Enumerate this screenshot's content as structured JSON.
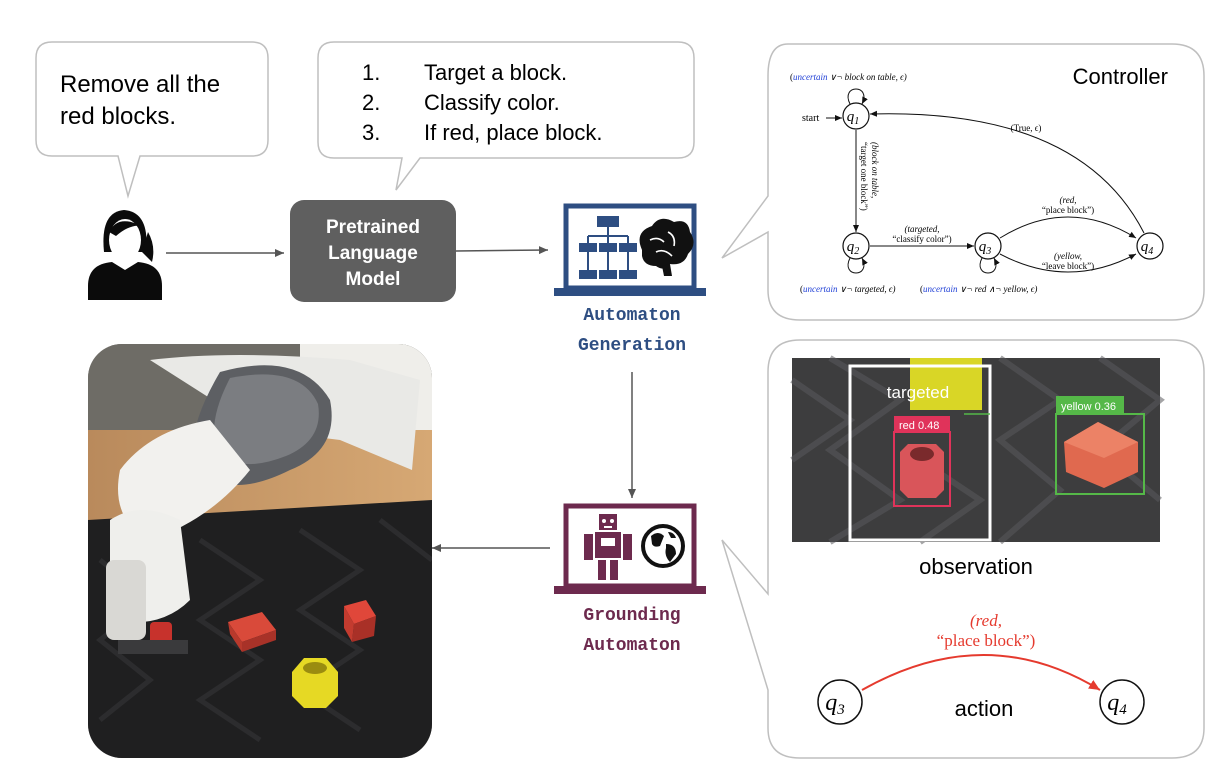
{
  "user_bubble": {
    "text_line1": "Remove all the",
    "text_line2": "red blocks."
  },
  "plan_bubble": {
    "steps": [
      {
        "num": "1.",
        "text": "Target a block."
      },
      {
        "num": "2.",
        "text": "Classify color."
      },
      {
        "num": "3.",
        "text": "If red, place block."
      }
    ]
  },
  "plm_box": {
    "line1": "Pretrained",
    "line2": "Language",
    "line3": "Model"
  },
  "automaton_generation": {
    "line1": "Automaton",
    "line2": "Generation",
    "color": "#2e4e82"
  },
  "grounding_automaton": {
    "line1": "Grounding",
    "line2": "Automaton",
    "color": "#6d2a4e"
  },
  "controller": {
    "title": "Controller",
    "start_label": "start",
    "states": {
      "q1": "q",
      "q1_sub": "1",
      "q2": "q",
      "q2_sub": "2",
      "q3": "q",
      "q3_sub": "3",
      "q4": "q",
      "q4_sub": "4"
    },
    "loop_q1": {
      "a": "uncertain",
      "b": " ∨¬ block on table, ϵ)"
    },
    "loop_q2": {
      "a": "uncertain",
      "b": " ∨¬ targeted, ϵ)"
    },
    "loop_q3": {
      "a": "uncertain",
      "b": " ∨¬ red ∧¬ yellow, ϵ)"
    },
    "edge_q1_q2": {
      "line1": "(block on table,",
      "line2": "“target one block”)"
    },
    "edge_q2_q3": {
      "line1": "(targeted,",
      "line2": "“classify color”)"
    },
    "edge_q3_q4_red": {
      "line1": "(red,",
      "line2": "“place block”)"
    },
    "edge_q3_q4_yellow": {
      "line1": "(yellow,",
      "line2": "“leave block”)"
    },
    "edge_q4_q1": {
      "text": "(True, ϵ)"
    },
    "uncertain_color": "#1f3fd6"
  },
  "observation": {
    "targeted_label": "targeted",
    "red_det": "red 0.48",
    "yellow_det": "yellow 0.36",
    "caption": "observation",
    "red_box_color": "#e0335a",
    "yellow_box_color": "#55b848"
  },
  "action": {
    "edge_line1": "(red,",
    "edge_line2": "“place block”)",
    "state_from": "q",
    "state_from_sub": "3",
    "state_to": "q",
    "state_to_sub": "4",
    "caption": "action",
    "edge_color": "#e53a2e"
  }
}
